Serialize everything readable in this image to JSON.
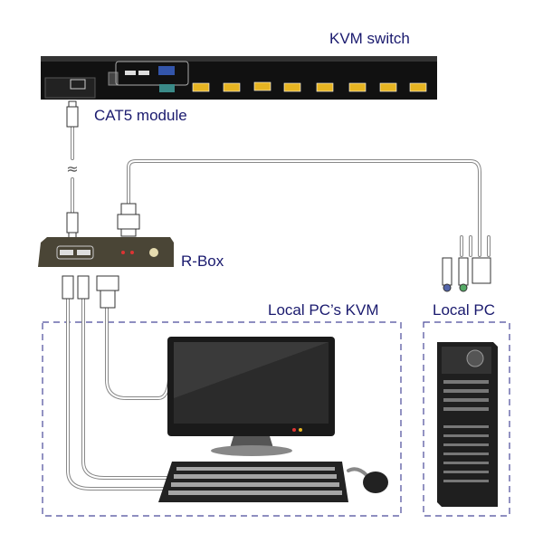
{
  "labels": {
    "kvm_switch": "KVM switch",
    "cat5_module": "CAT5 module",
    "r_box": "R-Box",
    "local_kvm": "Local PC’s KVM",
    "local_pc": "Local PC"
  },
  "colors": {
    "label_text": "#1a1a6e",
    "dashed_border": "#4a4a9a",
    "switch_body": "#111111",
    "rbox_body": "#4a4536",
    "port_yellow": "#e6b422",
    "port_blue": "#3355aa"
  }
}
